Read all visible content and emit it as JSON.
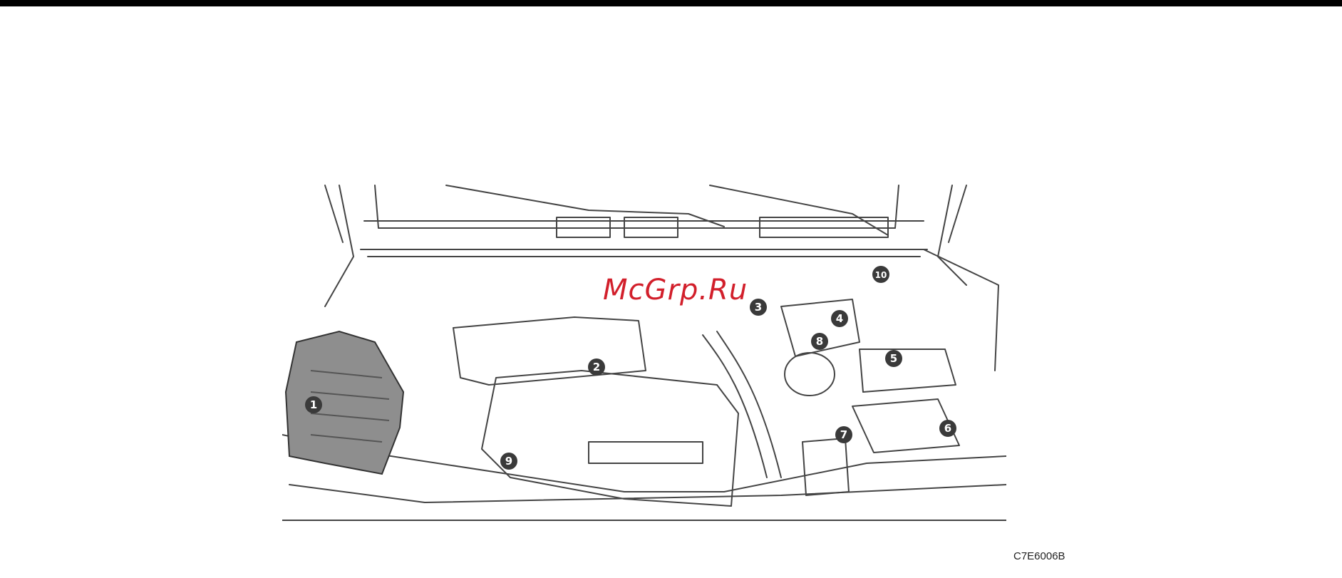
{
  "watermark": "McGrp.Ru",
  "figure_code": "C7E6006B",
  "callouts": [
    "1",
    "2",
    "3",
    "4",
    "5",
    "6",
    "7",
    "8",
    "9",
    "10"
  ],
  "colors": {
    "accent_watermark": "#d21f2b",
    "callout_fill": "#3a3a3a",
    "line": "#444444",
    "shade": "#8e8e8e"
  },
  "icons": {
    "figure": "engine-compartment-illustration"
  }
}
